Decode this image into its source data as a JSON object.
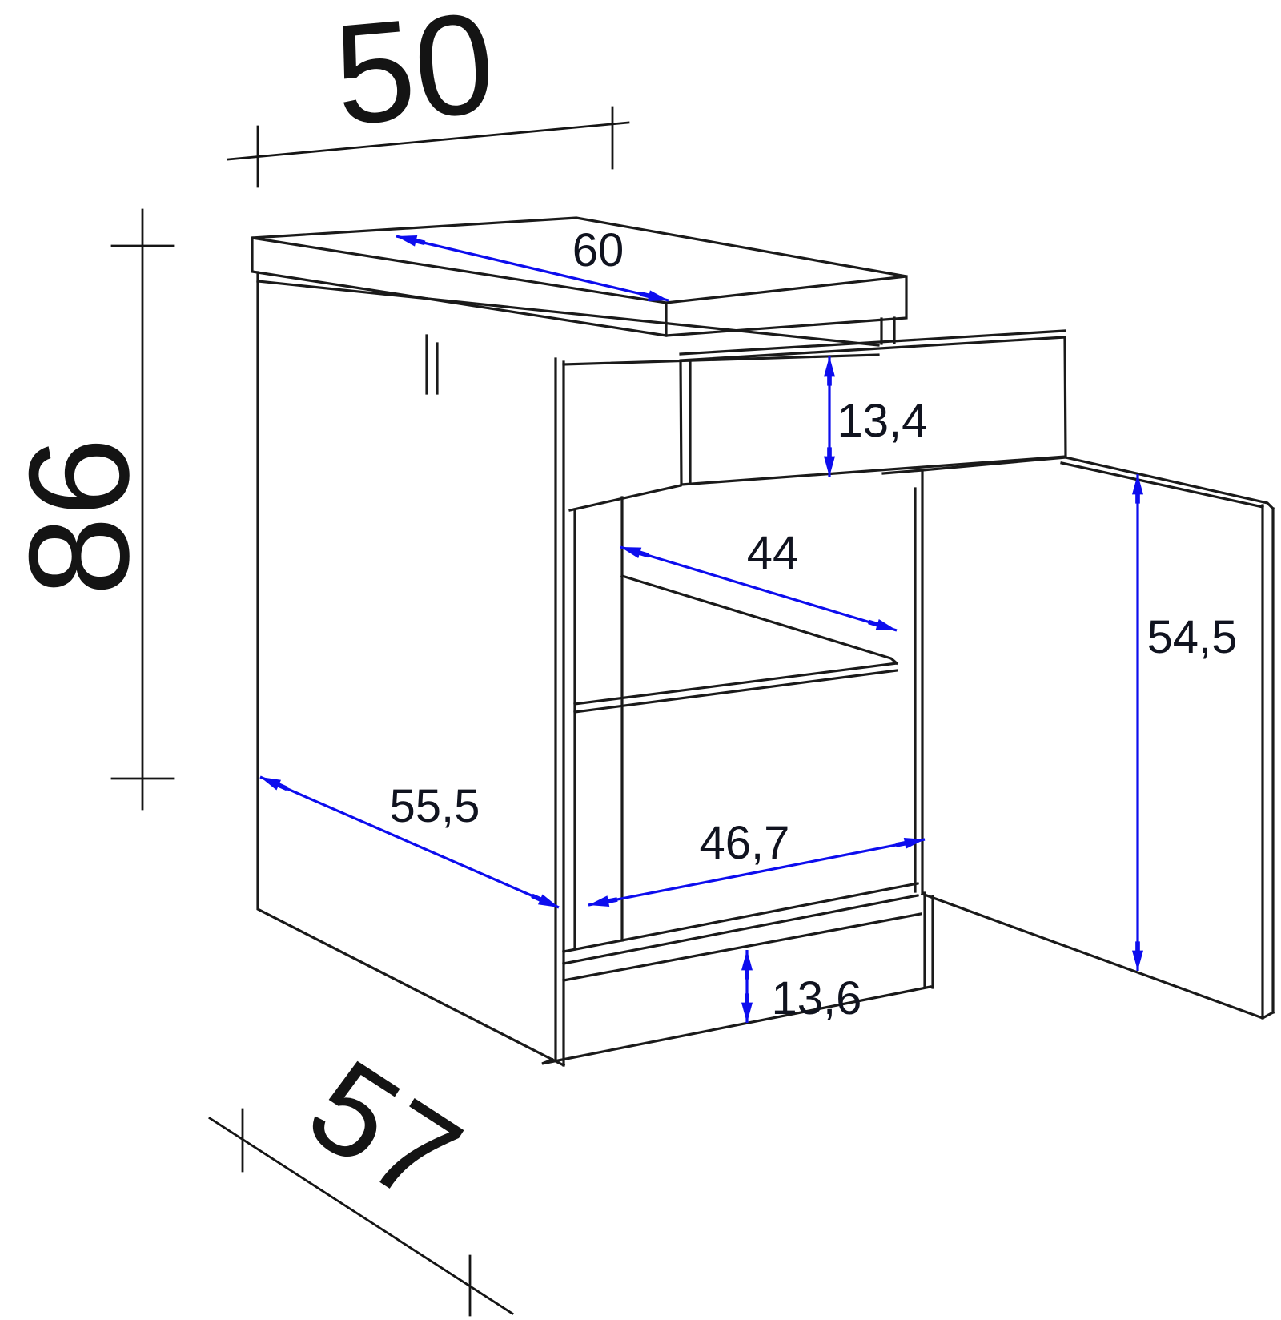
{
  "figure": {
    "type": "technical-dimension-drawing",
    "subject": "kitchen base cabinet with pulled-out drawer and open door",
    "units": "cm"
  },
  "colors": {
    "line": "#1a1a1a",
    "dimension_arrow_blue": "#0d0dee",
    "background": "#ffffff",
    "label_text": "#141414"
  },
  "dimensions": {
    "width_top": {
      "label": "50",
      "meaning": "overall cabinet width"
    },
    "height_left": {
      "label": "86",
      "meaning": "overall cabinet height"
    },
    "worktop_depth": {
      "label": "60",
      "meaning": "worktop depth"
    },
    "drawer_front_height": {
      "label": "13,4",
      "meaning": "drawer front height"
    },
    "shelf_depth": {
      "label": "44",
      "meaning": "interior shelf depth"
    },
    "side_depth": {
      "label": "55,5",
      "meaning": "side panel depth"
    },
    "interior_width": {
      "label": "46,7",
      "meaning": "interior clear width"
    },
    "door_height": {
      "label": "54,5",
      "meaning": "door height"
    },
    "plinth_height": {
      "label": "13,6",
      "meaning": "plinth height"
    },
    "depth_bottom": {
      "label": "57",
      "meaning": "overall cabinet depth"
    }
  }
}
